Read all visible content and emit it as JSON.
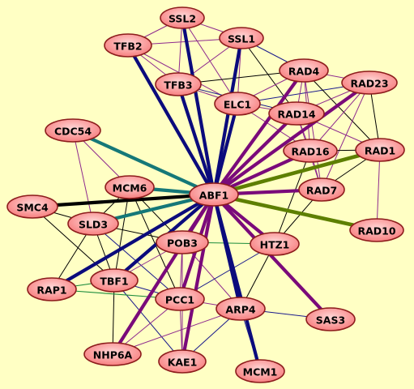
{
  "colors": {
    "background": "#ffffc4",
    "node_fill": "#f77f7f",
    "node_fill_light": "#ffcccc",
    "node_stroke": "#8c1c1c",
    "navy": "#0b0b7c",
    "purple": "#7a0a7a",
    "teal": "#157878",
    "black": "#000000",
    "olive": "#5d7f00",
    "green_thin": "#1c8c3c",
    "thin_purple": "#8e2a8e",
    "thin_navy": "#1a1a8c"
  },
  "nodes": [
    {
      "id": "ABF1",
      "label": "ABF1"
    },
    {
      "id": "SSL2",
      "label": "SSL2"
    },
    {
      "id": "SSL1",
      "label": "SSL1"
    },
    {
      "id": "TFB2",
      "label": "TFB2"
    },
    {
      "id": "TFB3",
      "label": "TFB3"
    },
    {
      "id": "ELC1",
      "label": "ELC1"
    },
    {
      "id": "RAD4",
      "label": "RAD4"
    },
    {
      "id": "RAD23",
      "label": "RAD23"
    },
    {
      "id": "RAD14",
      "label": "RAD14"
    },
    {
      "id": "RAD16",
      "label": "RAD16"
    },
    {
      "id": "RAD1",
      "label": "RAD1"
    },
    {
      "id": "RAD7",
      "label": "RAD7"
    },
    {
      "id": "RAD10",
      "label": "RAD10"
    },
    {
      "id": "CDC54",
      "label": "CDC54"
    },
    {
      "id": "MCM6",
      "label": "MCM6"
    },
    {
      "id": "SMC4",
      "label": "SMC4"
    },
    {
      "id": "SLD3",
      "label": "SLD3"
    },
    {
      "id": "POB3",
      "label": "POB3"
    },
    {
      "id": "HTZ1",
      "label": "HTZ1"
    },
    {
      "id": "RAP1",
      "label": "RAP1"
    },
    {
      "id": "TBF1",
      "label": "TBF1"
    },
    {
      "id": "PCC1",
      "label": "PCC1"
    },
    {
      "id": "ARP4",
      "label": "ARP4"
    },
    {
      "id": "SAS3",
      "label": "SAS3"
    },
    {
      "id": "NHP6A",
      "label": "NHP6A"
    },
    {
      "id": "KAE1",
      "label": "KAE1"
    },
    {
      "id": "MCM1",
      "label": "MCM1"
    }
  ],
  "edges": [
    {
      "s": "SSL2",
      "t": "SSL1",
      "style": "thin_purple"
    },
    {
      "s": "SSL2",
      "t": "TFB2",
      "style": "thin_purple"
    },
    {
      "s": "SSL2",
      "t": "TFB3",
      "style": "thin_purple"
    },
    {
      "s": "SSL2",
      "t": "ELC1",
      "style": "thin_purple"
    },
    {
      "s": "SSL1",
      "t": "TFB2",
      "style": "thin_purple"
    },
    {
      "s": "SSL1",
      "t": "TFB3",
      "style": "thin_purple"
    },
    {
      "s": "SSL1",
      "t": "ELC1",
      "style": "thin_purple"
    },
    {
      "s": "SSL1",
      "t": "RAD4",
      "style": "thin_navy"
    },
    {
      "s": "SSL1",
      "t": "RAD14",
      "style": "thin_black"
    },
    {
      "s": "TFB2",
      "t": "TFB3",
      "style": "thin_purple"
    },
    {
      "s": "TFB2",
      "t": "ELC1",
      "style": "thin_purple"
    },
    {
      "s": "TFB3",
      "t": "ELC1",
      "style": "thin_purple"
    },
    {
      "s": "TFB3",
      "t": "RAD14",
      "style": "thin_navy"
    },
    {
      "s": "TFB3",
      "t": "RAD4",
      "style": "thin_black"
    },
    {
      "s": "ELC1",
      "t": "RAD4",
      "style": "thin_purple"
    },
    {
      "s": "ELC1",
      "t": "RAD14",
      "style": "thin_purple"
    },
    {
      "s": "ELC1",
      "t": "RAD16",
      "style": "thin_purple"
    },
    {
      "s": "ELC1",
      "t": "RAD23",
      "style": "thin_navy"
    },
    {
      "s": "RAD4",
      "t": "RAD23",
      "style": "thin_purple"
    },
    {
      "s": "RAD4",
      "t": "RAD14",
      "style": "thin_purple"
    },
    {
      "s": "RAD4",
      "t": "RAD16",
      "style": "thin_purple"
    },
    {
      "s": "RAD4",
      "t": "RAD7",
      "style": "thin_purple"
    },
    {
      "s": "RAD4",
      "t": "RAD1",
      "style": "thin_black"
    },
    {
      "s": "RAD23",
      "t": "RAD14",
      "style": "thin_purple"
    },
    {
      "s": "RAD23",
      "t": "RAD16",
      "style": "thin_purple"
    },
    {
      "s": "RAD23",
      "t": "RAD7",
      "style": "thin_purple"
    },
    {
      "s": "RAD23",
      "t": "RAD1",
      "style": "thin_black"
    },
    {
      "s": "RAD14",
      "t": "RAD16",
      "style": "thin_purple"
    },
    {
      "s": "RAD14",
      "t": "RAD7",
      "style": "thin_purple"
    },
    {
      "s": "RAD14",
      "t": "RAD1",
      "style": "thin_purple"
    },
    {
      "s": "RAD16",
      "t": "RAD1",
      "style": "thin_black"
    },
    {
      "s": "RAD16",
      "t": "RAD7",
      "style": "thin_purple"
    },
    {
      "s": "RAD16",
      "t": "HTZ1",
      "style": "thin_black"
    },
    {
      "s": "RAD7",
      "t": "RAD1",
      "style": "thin_black"
    },
    {
      "s": "RAD7",
      "t": "HTZ1",
      "style": "thin_black"
    },
    {
      "s": "RAD1",
      "t": "RAD10",
      "style": "thin_purple"
    },
    {
      "s": "CDC54",
      "t": "MCM6",
      "style": "thin_purple"
    },
    {
      "s": "CDC54",
      "t": "SLD3",
      "style": "thin_purple"
    },
    {
      "s": "MCM6",
      "t": "SLD3",
      "style": "thin_black"
    },
    {
      "s": "MCM6",
      "t": "TBF1",
      "style": "thin_black"
    },
    {
      "s": "MCM6",
      "t": "POB3",
      "style": "thin_black"
    },
    {
      "s": "MCM6",
      "t": "PCC1",
      "style": "thin_black"
    },
    {
      "s": "SLD3",
      "t": "TBF1",
      "style": "thin_black"
    },
    {
      "s": "SLD3",
      "t": "RAP1",
      "style": "thin_black"
    },
    {
      "s": "SLD3",
      "t": "POB3",
      "style": "thin_black"
    },
    {
      "s": "SLD3",
      "t": "PCC1",
      "style": "thin_navy"
    },
    {
      "s": "SMC4",
      "t": "SLD3",
      "style": "thin_black"
    },
    {
      "s": "SMC4",
      "t": "TBF1",
      "style": "thin_black"
    },
    {
      "s": "POB3",
      "t": "HTZ1",
      "style": "thin_green"
    },
    {
      "s": "POB3",
      "t": "TBF1",
      "style": "thin_purple"
    },
    {
      "s": "POB3",
      "t": "PCC1",
      "style": "thin_purple"
    },
    {
      "s": "POB3",
      "t": "ARP4",
      "style": "thin_purple"
    },
    {
      "s": "POB3",
      "t": "KAE1",
      "style": "thin_purple"
    },
    {
      "s": "POB3",
      "t": "NHP6A",
      "style": "thin_black"
    },
    {
      "s": "TBF1",
      "t": "PCC1",
      "style": "thin_navy"
    },
    {
      "s": "TBF1",
      "t": "KAE1",
      "style": "thin_navy"
    },
    {
      "s": "TBF1",
      "t": "NHP6A",
      "style": "thin_black"
    },
    {
      "s": "TBF1",
      "t": "RAP1",
      "style": "thin_green"
    },
    {
      "s": "RAP1",
      "t": "PCC1",
      "style": "thin_green"
    },
    {
      "s": "PCC1",
      "t": "KAE1",
      "style": "thin_purple"
    },
    {
      "s": "PCC1",
      "t": "NHP6A",
      "style": "thin_purple"
    },
    {
      "s": "PCC1",
      "t": "ARP4",
      "style": "thin_purple"
    },
    {
      "s": "PCC1",
      "t": "HTZ1",
      "style": "thin_navy"
    },
    {
      "s": "ARP4",
      "t": "HTZ1",
      "style": "thin_black"
    },
    {
      "s": "ARP4",
      "t": "KAE1",
      "style": "thin_navy"
    },
    {
      "s": "ARP4",
      "t": "SAS3",
      "style": "thin_navy"
    },
    {
      "s": "ARP4",
      "t": "MCM1",
      "style": "thin_navy"
    },
    {
      "s": "ARP4",
      "t": "NHP6A",
      "style": "thin_purple"
    },
    {
      "s": "ABF1",
      "t": "SSL2",
      "style": "navy"
    },
    {
      "s": "ABF1",
      "t": "SSL1",
      "style": "navy"
    },
    {
      "s": "ABF1",
      "t": "TFB2",
      "style": "navy"
    },
    {
      "s": "ABF1",
      "t": "TFB3",
      "style": "navy"
    },
    {
      "s": "ABF1",
      "t": "ELC1",
      "style": "navy"
    },
    {
      "s": "ABF1",
      "t": "RAD4",
      "style": "purple"
    },
    {
      "s": "ABF1",
      "t": "RAD23",
      "style": "purple"
    },
    {
      "s": "ABF1",
      "t": "RAD14",
      "style": "purple"
    },
    {
      "s": "ABF1",
      "t": "RAD16",
      "style": "purple"
    },
    {
      "s": "ABF1",
      "t": "RAD7",
      "style": "purple"
    },
    {
      "s": "ABF1",
      "t": "RAD1",
      "style": "olive"
    },
    {
      "s": "ABF1",
      "t": "RAD10",
      "style": "olive"
    },
    {
      "s": "ABF1",
      "t": "CDC54",
      "style": "teal"
    },
    {
      "s": "ABF1",
      "t": "MCM6",
      "style": "teal"
    },
    {
      "s": "ABF1",
      "t": "SLD3",
      "style": "teal"
    },
    {
      "s": "ABF1",
      "t": "SMC4",
      "style": "black"
    },
    {
      "s": "ABF1",
      "t": "POB3",
      "style": "purple"
    },
    {
      "s": "ABF1",
      "t": "HTZ1",
      "style": "purple"
    },
    {
      "s": "ABF1",
      "t": "RAP1",
      "style": "navy"
    },
    {
      "s": "ABF1",
      "t": "TBF1",
      "style": "navy"
    },
    {
      "s": "ABF1",
      "t": "PCC1",
      "style": "purple"
    },
    {
      "s": "ABF1",
      "t": "ARP4",
      "style": "navy"
    },
    {
      "s": "ABF1",
      "t": "SAS3",
      "style": "purple"
    },
    {
      "s": "ABF1",
      "t": "NHP6A",
      "style": "purple"
    },
    {
      "s": "ABF1",
      "t": "KAE1",
      "style": "purple"
    },
    {
      "s": "ABF1",
      "t": "MCM1",
      "style": "navy"
    }
  ]
}
